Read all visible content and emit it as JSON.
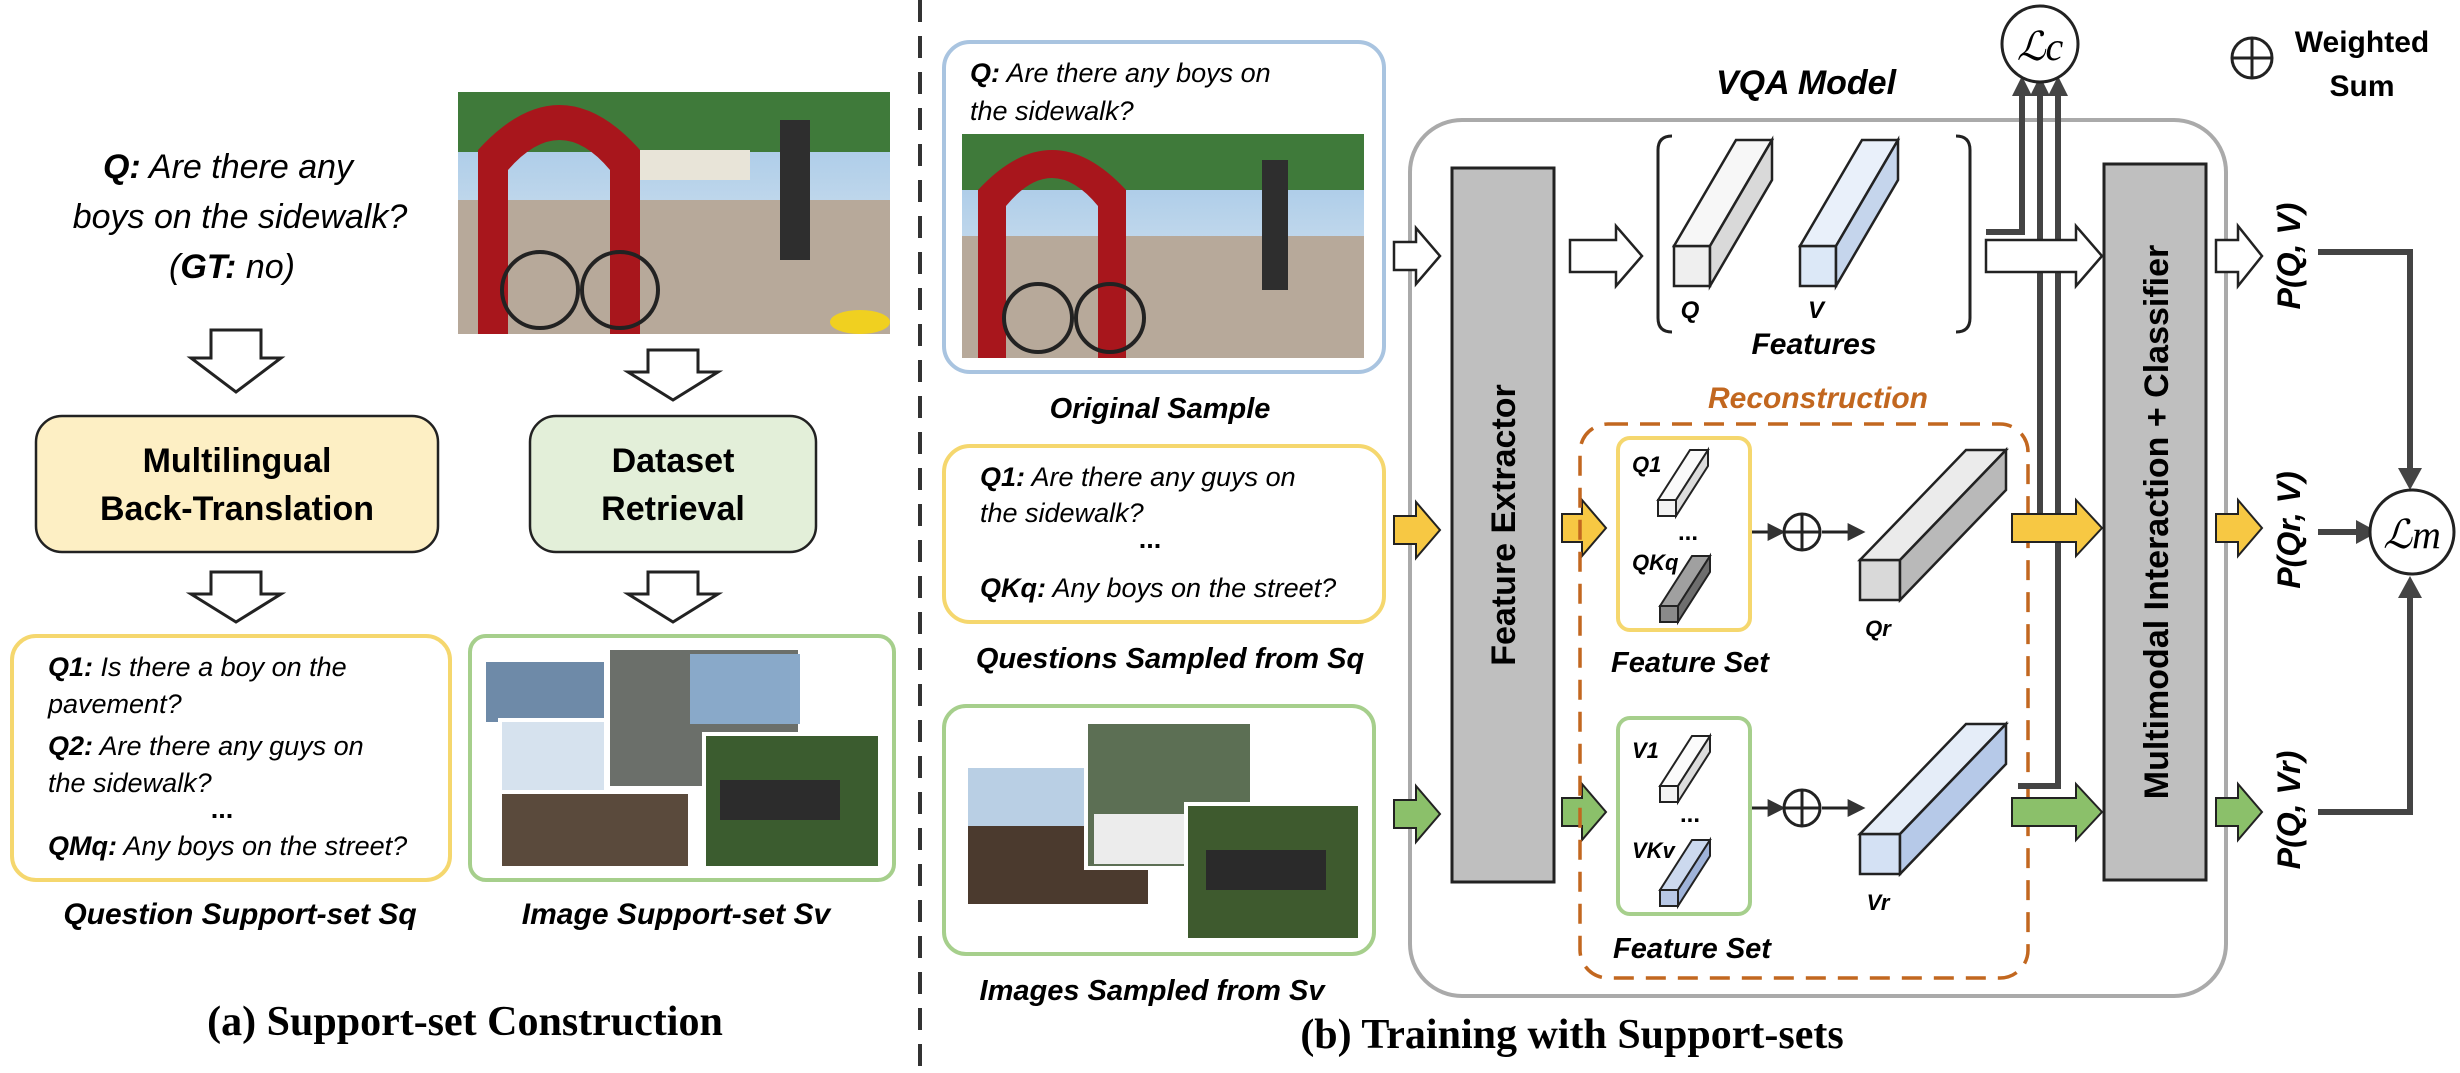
{
  "panel_a": {
    "question_prefix": "Q:",
    "question_line1": "Are there any",
    "question_line2": "boys on the sidewalk?",
    "gt_prefix": "(",
    "gt_label": "GT:",
    "gt_value": "no)",
    "backtranslation_line1": "Multilingual",
    "backtranslation_line2": "Back-Translation",
    "retrieval_line1": "Dataset",
    "retrieval_line2": "Retrieval",
    "q_support": {
      "q1_label": "Q1:",
      "q1_line1": "Is there a boy on the",
      "q1_line2": "pavement?",
      "q2_label": "Q2:",
      "q2_line1": "Are there any guys on",
      "q2_line2": "the sidewalk?",
      "ellipsis": "...",
      "qm_label": "QMq:",
      "qm_text": "Any boys on the street?"
    },
    "q_support_caption": "Question Support-set Sq",
    "img_support_caption": "Image Support-set Sv",
    "title": "(a) Support-set Construction"
  },
  "panel_b": {
    "orig_q_label": "Q:",
    "orig_q_line1": "Are there any boys on",
    "orig_q_line2": "the sidewalk?",
    "original_caption": "Original Sample",
    "sampled_q": {
      "q1_label": "Q1:",
      "q1_line1": "Are there any guys on",
      "q1_line2": "the sidewalk?",
      "ellipsis": "...",
      "qk_label": "QKq:",
      "qk_text": "Any boys on the street?"
    },
    "questions_caption": "Questions Sampled from Sq",
    "images_caption": "Images Sampled from Sv",
    "vqa_model": "VQA Model",
    "feature_extractor": "Feature Extractor",
    "features_label": "Features",
    "q_label": "Q",
    "v_label": "V",
    "reconstruction": "Reconstruction",
    "q1": "Q1",
    "qkq": "QKq",
    "qr": "Qr",
    "v1": "V1",
    "vkv": "VKv",
    "vr": "Vr",
    "dots": "...",
    "feature_set": "Feature Set",
    "multimodal": "Multimodal Interaction + Classifier",
    "p_qv": "P(Q, V)",
    "p_qrv": "P(Qr, V)",
    "p_qvr": "P(Q, Vr)",
    "loss_c": "ℒc",
    "loss_m": "ℒm",
    "weighted_sum_line1": "Weighted",
    "weighted_sum_line2": "Sum",
    "title": "(b) Training with Support-sets"
  },
  "colors": {
    "blue_border": "#a9c4e0",
    "yellow_border": "#f5d76e",
    "green_border": "#a6cf8c",
    "yellow_fill": "#fdefc4",
    "green_fill": "#e3efd9",
    "orange_dash": "#c2671f",
    "gray_box": "#bfbfbf",
    "arrow_yellow": "#f7c843",
    "arrow_green": "#8bc06a"
  }
}
